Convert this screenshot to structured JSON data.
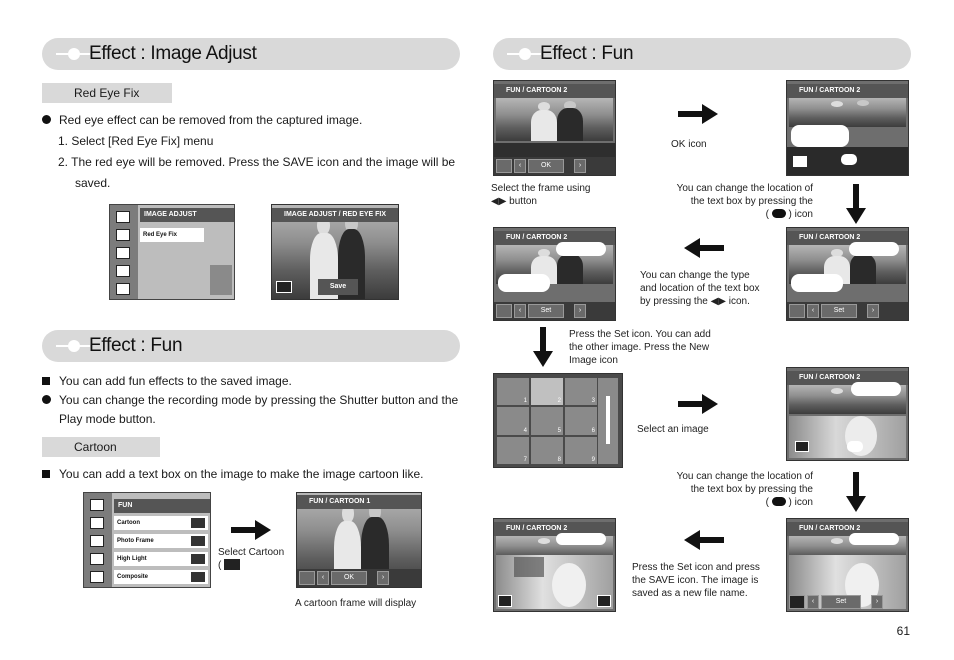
{
  "left": {
    "banner1": "Effect : Image Adjust",
    "subhead1": "Red Eye Fix",
    "bullet1": "Red eye effect can be removed from the captured image.",
    "step1": "1.  Select [Red Eye Fix] menu",
    "step2a": "2.  The red eye will be removed. Press the SAVE icon and the image will be",
    "step2b": "saved.",
    "menu1": {
      "title": "IMAGE ADJUST",
      "item": "Red Eye Fix"
    },
    "screen1": {
      "title": "IMAGE ADJUST / RED EYE FIX",
      "save": "Save"
    },
    "banner2": "Effect : Fun",
    "bullet2": "You can add fun effects to the saved image.",
    "bullet3a": "You can change the recording mode by pressing the Shutter button and the",
    "bullet3b": "Play mode button.",
    "subhead2": "Cartoon",
    "bullet4": "You can add a text box on the image to make the image cartoon like.",
    "menu2": {
      "title": "FUN",
      "items": [
        "Cartoon",
        "Photo Frame",
        "High Light",
        "Composite"
      ]
    },
    "select_caption": "Select Cartoon",
    "select_caption2": "(      )",
    "screen2": {
      "title": "FUN / CARTOON 1",
      "ok": "OK"
    },
    "display_caption": "A cartoon frame will display"
  },
  "right": {
    "banner": "Effect : Fun",
    "screen_title": "FUN / CARTOON 2",
    "ok": "OK",
    "set": "Set",
    "cap_select_frame1": "Select the frame using",
    "cap_select_frame2": "button",
    "cap_ok_icon": "OK icon",
    "cap_change_loc1": "You can change the location of",
    "cap_change_loc2": "the text box by pressing the",
    "cap_change_loc3": "icon",
    "cap_change_type1": "You can change the type",
    "cap_change_type2": "and location of the text box",
    "cap_change_type3": "by pressing the",
    "cap_change_type4": "icon.",
    "cap_press_set1": "Press the Set icon. You can add",
    "cap_press_set2": "the other image. Press the New",
    "cap_press_set3": "Image icon",
    "cap_select_image": "Select an image",
    "cap_change_loc_b1": "You can change the location of",
    "cap_change_loc_b2": "the text box by pressing the",
    "cap_change_loc_b3": "icon",
    "cap_save1": "Press the Set icon and press",
    "cap_save2": "the SAVE icon. The image is",
    "cap_save3": "saved as a new file name.",
    "grid_numbers": [
      "1",
      "2",
      "3",
      "4",
      "5",
      "6",
      "7",
      "8",
      "9"
    ]
  },
  "page_number": "61"
}
